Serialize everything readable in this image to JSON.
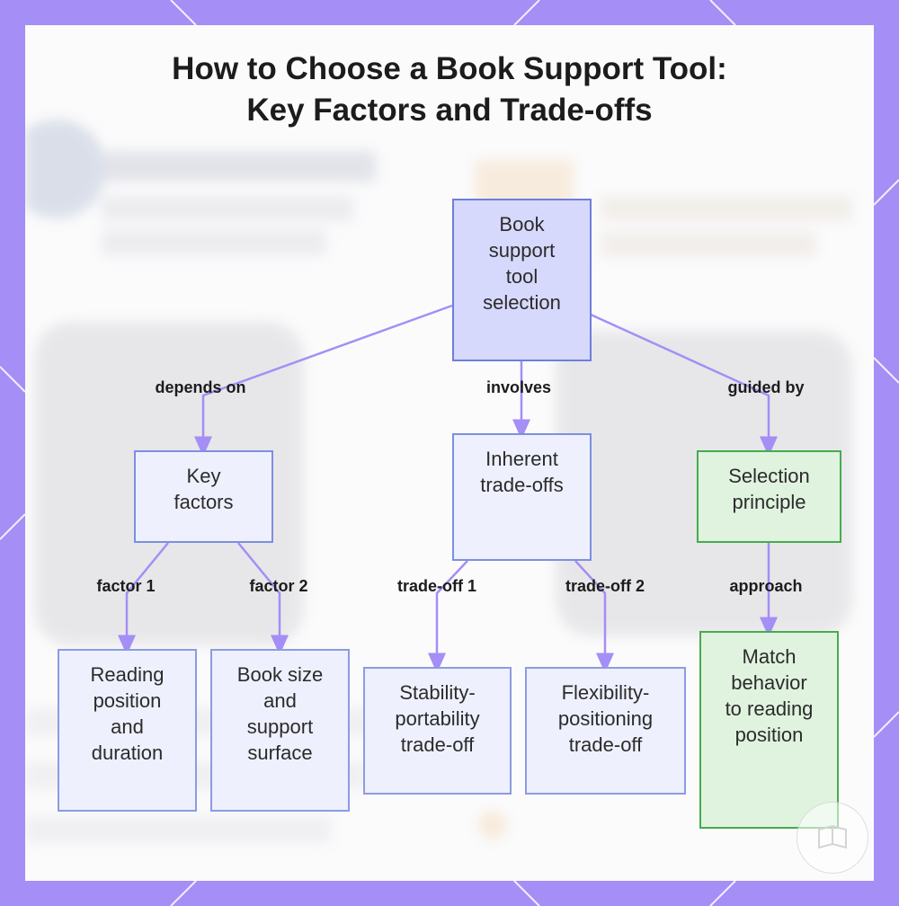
{
  "title_lines": [
    "How to Choose a Book Support Tool:",
    "Key Factors and Trade-offs"
  ],
  "nodes": {
    "root": "Book support tool selection",
    "key_factors": "Key factors",
    "tradeoffs": "Inherent trade-offs",
    "principle": "Selection principle",
    "reading_position": "Reading position and duration",
    "book_size": "Book size and support surface",
    "stability": "Stability-portability trade-off",
    "flexibility": "Flexibility-positioning trade-off",
    "match": "Match behavior to reading position"
  },
  "node_lines": {
    "root": [
      "Book",
      "support",
      "tool",
      "selection"
    ],
    "key_factors": [
      "Key",
      "factors"
    ],
    "tradeoffs": [
      "Inherent",
      "trade-offs"
    ],
    "principle": [
      "Selection",
      "principle"
    ],
    "reading_position": [
      "Reading",
      "position",
      "and",
      "duration"
    ],
    "book_size": [
      "Book size",
      "and",
      "support",
      "surface"
    ],
    "stability": [
      "Stability-",
      "portability",
      "trade-off"
    ],
    "flexibility": [
      "Flexibility-",
      "positioning",
      "trade-off"
    ],
    "match": [
      "Match",
      "behavior",
      "to reading",
      "position"
    ]
  },
  "edges": {
    "depends_on": "depends on",
    "involves": "involves",
    "guided_by": "guided by",
    "factor1": "factor 1",
    "factor2": "factor 2",
    "tradeoff1": "trade-off 1",
    "tradeoff2": "trade-off 2",
    "approach": "approach"
  },
  "colors": {
    "frame": "#a58ef5",
    "edge": "#a58ef5",
    "root_fill": "#d7d9fc",
    "node_fill": "#eef0fd",
    "node_border": "#7c8fe0",
    "green_fill": "#e0f3df",
    "green_border": "#47ab4e"
  }
}
